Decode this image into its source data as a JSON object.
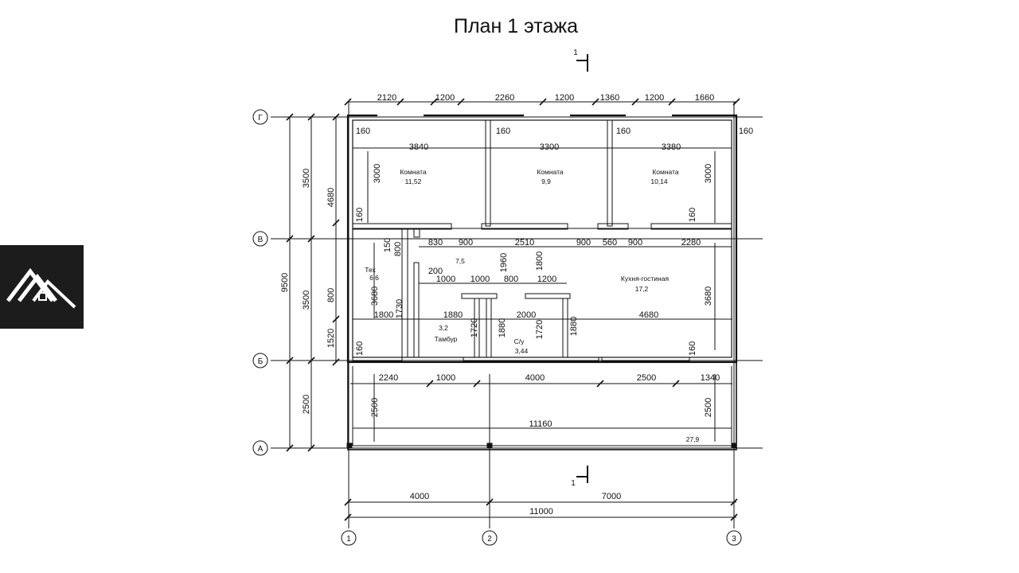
{
  "title": "План 1 этажа",
  "section_mark": "1",
  "axes_letters": [
    "Г",
    "В",
    "Б",
    "А"
  ],
  "axes_numbers": [
    "1",
    "2",
    "3"
  ],
  "dims_top": [
    "2120",
    "1200",
    "2260",
    "1200",
    "1360",
    "1200",
    "1660"
  ],
  "dims_rooms_top": [
    "3840",
    "3300",
    "3380"
  ],
  "dims_walls": [
    "160"
  ],
  "dims_mid": [
    "830",
    "900",
    "2510",
    "900",
    "560",
    "900",
    "2280"
  ],
  "dims_hall": [
    "200",
    "1000",
    "1000",
    "800",
    "1200"
  ],
  "dims_lower": [
    "1880",
    "2000",
    "4680"
  ],
  "dims_terrace": [
    "2240",
    "1000",
    "4000",
    "2500",
    "1340"
  ],
  "dims_bottom": [
    "4000",
    "7000"
  ],
  "overall_width": "11000",
  "terrace_length": "11160",
  "left_overall": "9500",
  "left_outer": [
    "3500",
    "3500",
    "2500"
  ],
  "left_inner": [
    "4680",
    "800",
    "1520"
  ],
  "vertical_inner": [
    "3000",
    "150",
    "800",
    "1960",
    "1800",
    "3680",
    "1730",
    "1720",
    "1880",
    "2500"
  ],
  "rooms": {
    "room1": {
      "name": "Комната",
      "area": "11,52"
    },
    "room2": {
      "name": "Комната",
      "area": "9,9"
    },
    "room3": {
      "name": "Комната",
      "area": "10,14"
    },
    "hall": {
      "area": "7,5"
    },
    "tech": {
      "name": "Тех",
      "area": "6,6"
    },
    "tambur": {
      "name": "Тамбур",
      "area": "3,2"
    },
    "wc": {
      "name": "С/у",
      "area": "3,44"
    },
    "kitchen": {
      "name": "Кухня-гостиная",
      "area": "17,2"
    },
    "terrace": {
      "area": "27,9"
    }
  }
}
